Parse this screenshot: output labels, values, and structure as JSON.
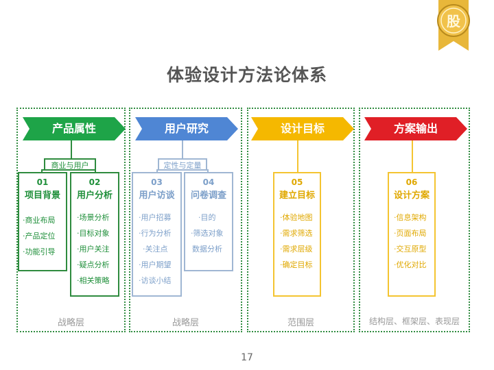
{
  "badge": {
    "glyph": "股",
    "color": "#e8b73a"
  },
  "title": "体验设计方法论体系",
  "columns": [
    {
      "arrow": "产品属性",
      "color": "#1ea448",
      "subtag": "商业与用户",
      "layer": "战略层"
    },
    {
      "arrow": "用户研究",
      "color": "#4f86d4",
      "subtag": "定性与定量",
      "layer": "战略层"
    },
    {
      "arrow": "设计目标",
      "color": "#f5b800",
      "layer": "范围层"
    },
    {
      "arrow": "方案输出",
      "color": "#e01f26",
      "layer": "结构层、框架层、表现层"
    }
  ],
  "cards": [
    {
      "num": "01",
      "name": "项目背景",
      "items": [
        "·商业布局",
        "·产品定位",
        "·功能引导"
      ]
    },
    {
      "num": "02",
      "name": "用户分析",
      "items": [
        "·场景分析",
        "·目标对象",
        "·用户关注",
        "·疑点分析",
        "·相关策略"
      ]
    },
    {
      "num": "03",
      "name": "用户访谈",
      "items": [
        "·用户招募",
        "·行为分析",
        "·关注点",
        "·用户期望",
        "·访谈小结"
      ]
    },
    {
      "num": "04",
      "name": "问卷调查",
      "items": [
        "·目的",
        "·筛选对象",
        "数据分析"
      ]
    },
    {
      "num": "05",
      "name": "建立目标",
      "items": [
        "·体验地图",
        "·需求筛选",
        "·需求层级",
        "·确定目标"
      ]
    },
    {
      "num": "06",
      "name": "设计方案",
      "items": [
        "·信息架构",
        "·页面布局",
        "·交互原型",
        "·优化对比"
      ]
    }
  ],
  "page_number": "17"
}
